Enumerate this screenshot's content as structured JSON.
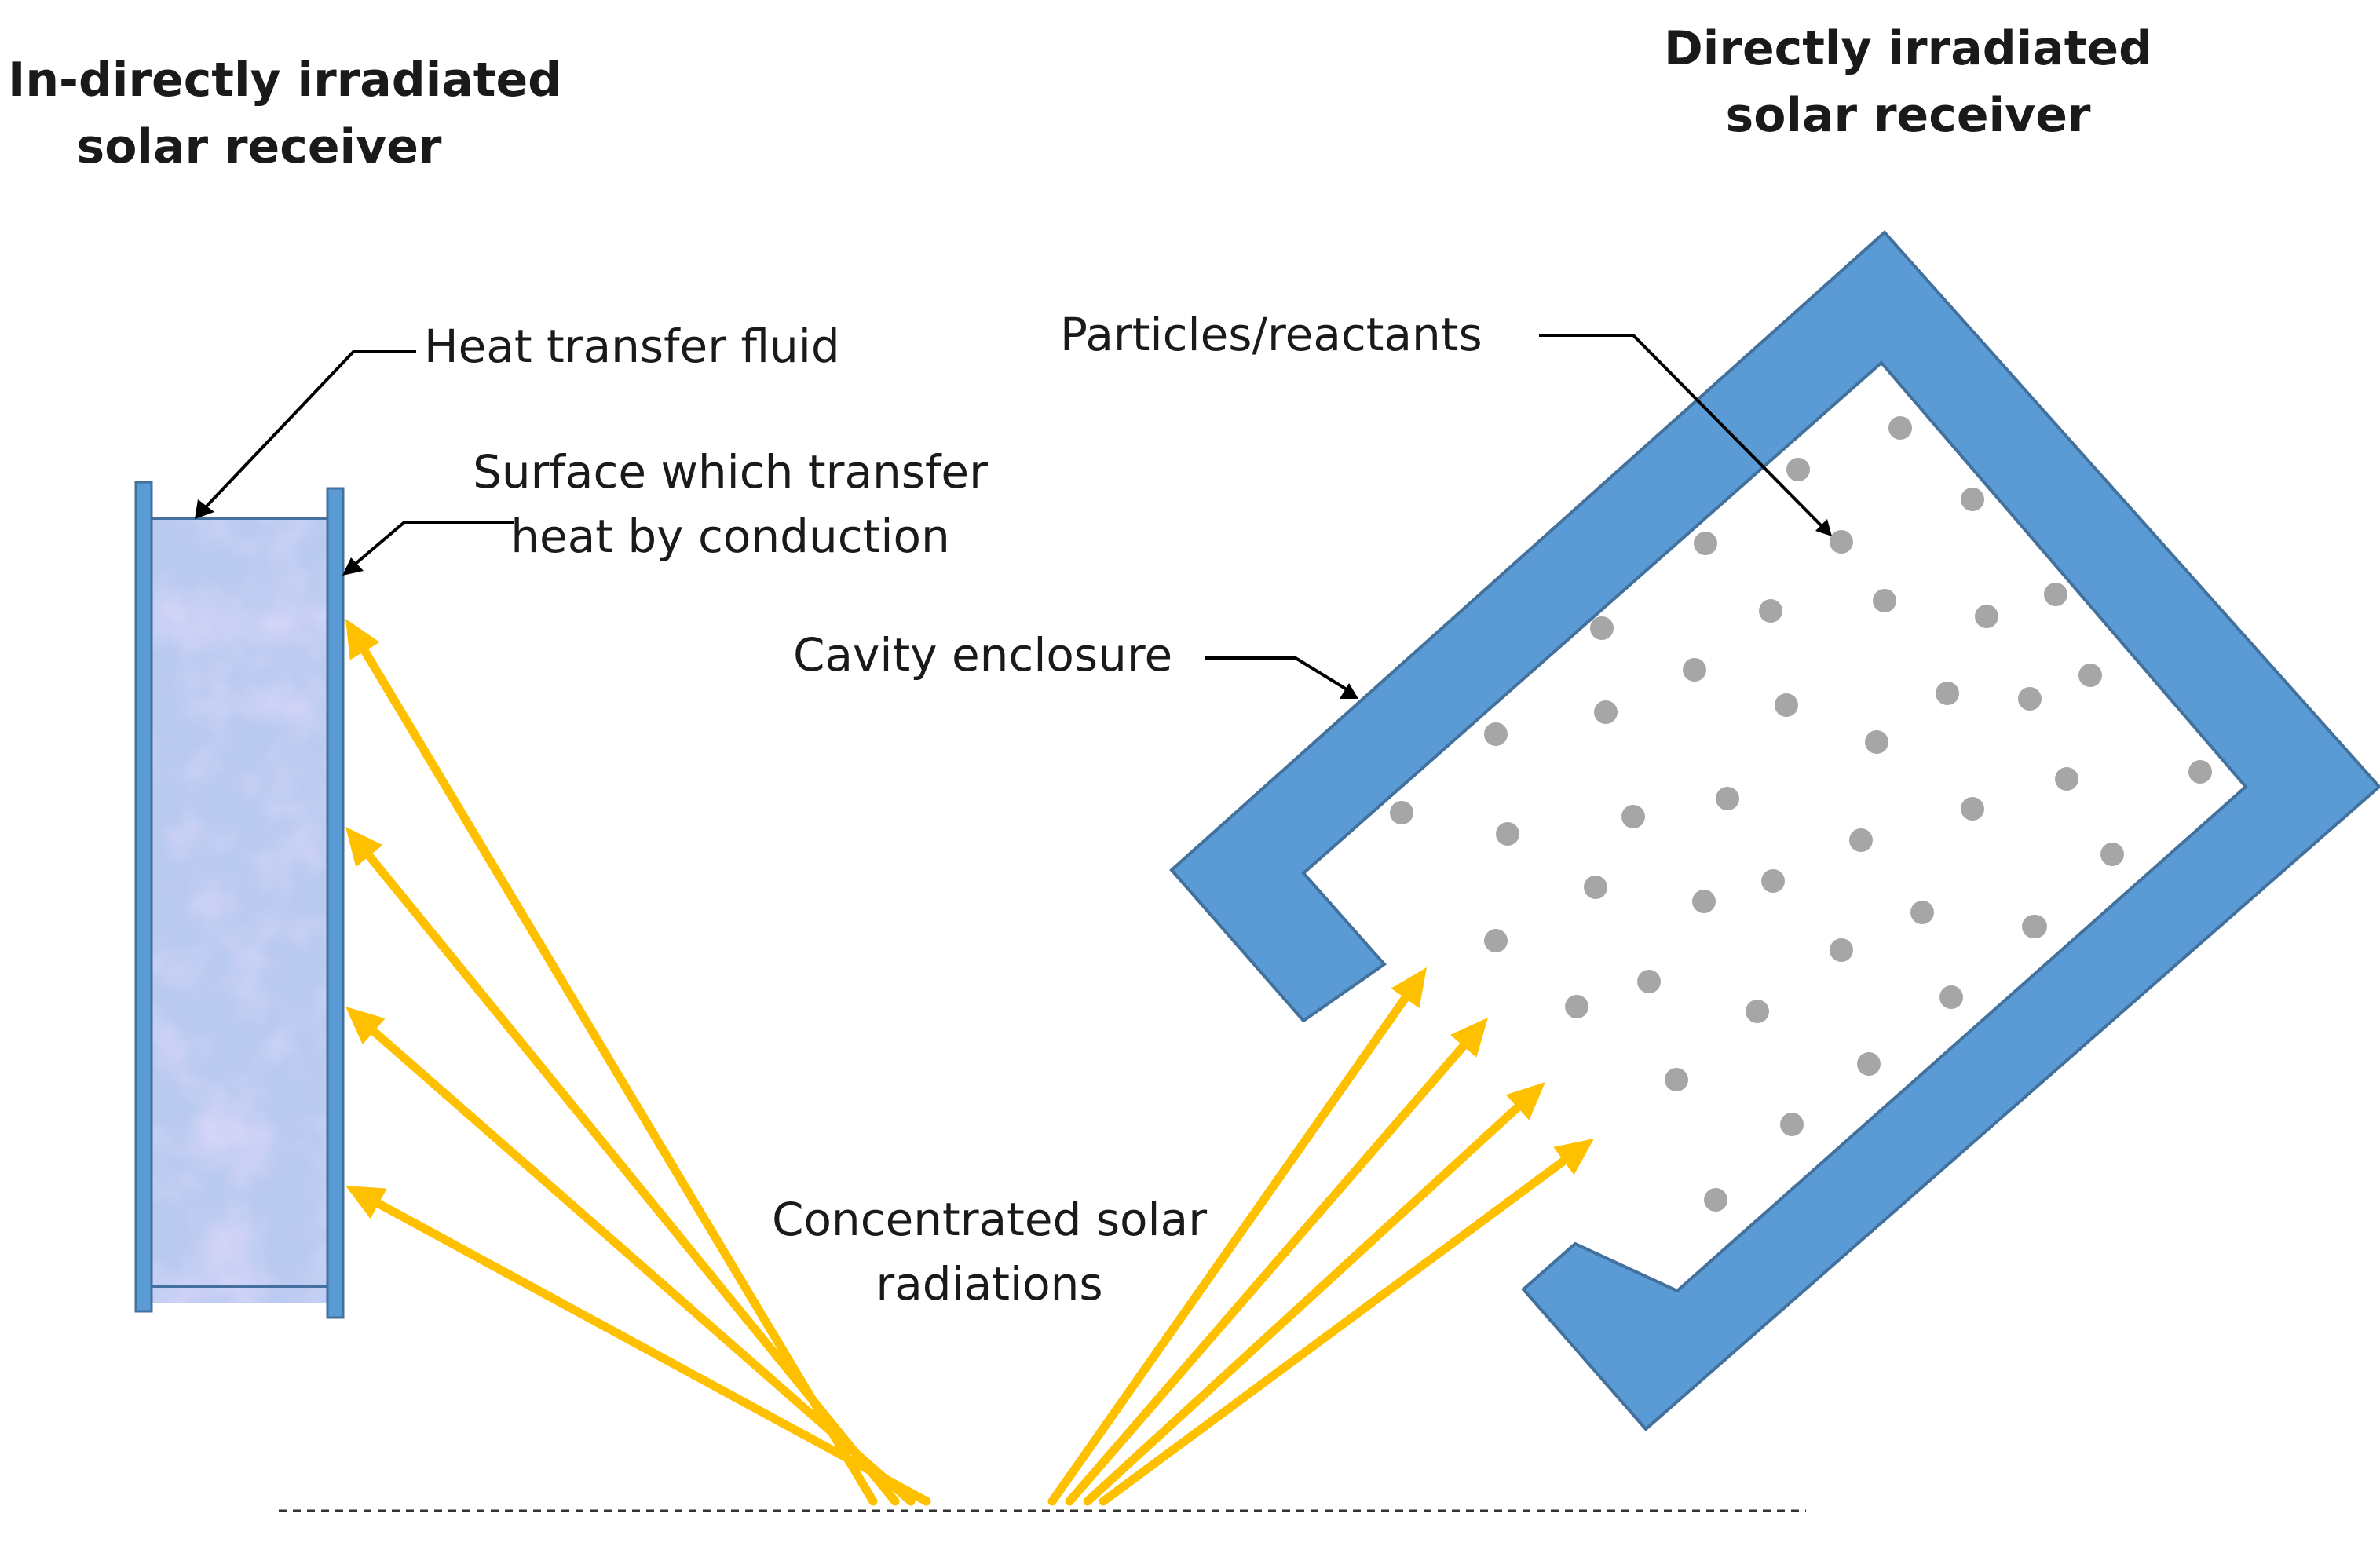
{
  "left_receiver": {
    "title_line1": "In-directly irradiated",
    "title_line2": "solar receiver",
    "label_fluid": "Heat transfer fluid",
    "label_surface_line1": "Surface which transfer",
    "label_surface_line2": "heat by conduction"
  },
  "right_receiver": {
    "title_line1": "Directly irradiated",
    "title_line2": "solar receiver",
    "label_particles": "Particles/reactants",
    "label_cavity": "Cavity enclosure"
  },
  "center": {
    "label_rad_line1": "Concentrated solar",
    "label_rad_line2": "radiations"
  },
  "colors": {
    "enclosure_blue": "#5b9bd5",
    "enclosure_edge": "#41719c",
    "ray_yellow": "#ffc000",
    "particle_gray": "#a6a6a6",
    "fluid_fill": "#b7cbef",
    "leader_black": "#000000"
  }
}
